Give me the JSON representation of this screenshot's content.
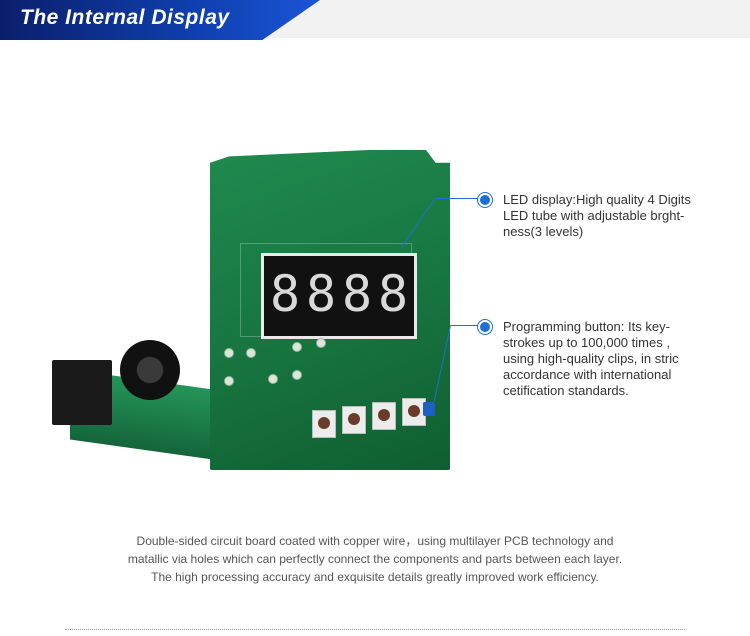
{
  "header": {
    "title": "The Internal Display"
  },
  "display": {
    "digits": [
      "8",
      "8",
      "8",
      "8"
    ]
  },
  "callouts": [
    {
      "lines": [
        "LED display:High quality 4 Digits",
        "LED tube with adjustable brght-",
        "ness(3 levels)"
      ]
    },
    {
      "lines": [
        "Programming button:  Its key-",
        "strokes up to 100,000 times ,",
        "using high-quality clips, in stric",
        "accordance with international",
        "cetification standards."
      ]
    }
  ],
  "description": {
    "lines": [
      "Double-sided circuit board coated with copper wire，using multilayer PCB technology and",
      "matallic via holes which can perfectly connect the components and parts between each layer.",
      "The high processing accuracy and exquisite details greatly improved work efficiency."
    ]
  },
  "colors": {
    "accent": "#1c6fd4",
    "header_blue": "#0f3fae",
    "pcb_green": "#17743f"
  }
}
